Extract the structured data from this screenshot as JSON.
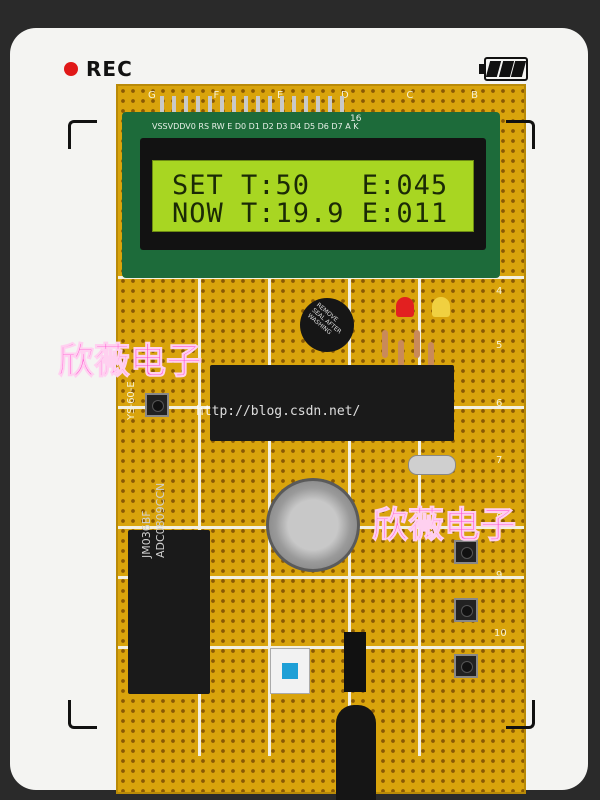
{
  "camera_hud": {
    "rec_label": "REC"
  },
  "lcd": {
    "line1": "SET T:50   E:045",
    "line2": "NOW T:19.9 E:011",
    "pin_labels": "VSSVDDV0 RS RW E D0 D1 D2 D3 D4 D5 D6 D7 A K",
    "pin_number": "16"
  },
  "chips": {
    "adc_marking_line1": "JM036BF",
    "adc_marking_line2": "ADC0809CCN"
  },
  "buzzer": {
    "label": "REMOVE SEAL AFTER WASHING"
  },
  "board": {
    "column_letters": [
      "G",
      "F",
      "E",
      "D",
      "C",
      "B"
    ],
    "row_numbers": [
      "4",
      "5",
      "6",
      "7",
      "8",
      "9",
      "10"
    ],
    "model_label": "YS-60-E"
  },
  "watermarks": {
    "brand_1": "欣薇电子",
    "brand_2": "欣薇电子",
    "url": "http://blog.csdn.net/"
  }
}
